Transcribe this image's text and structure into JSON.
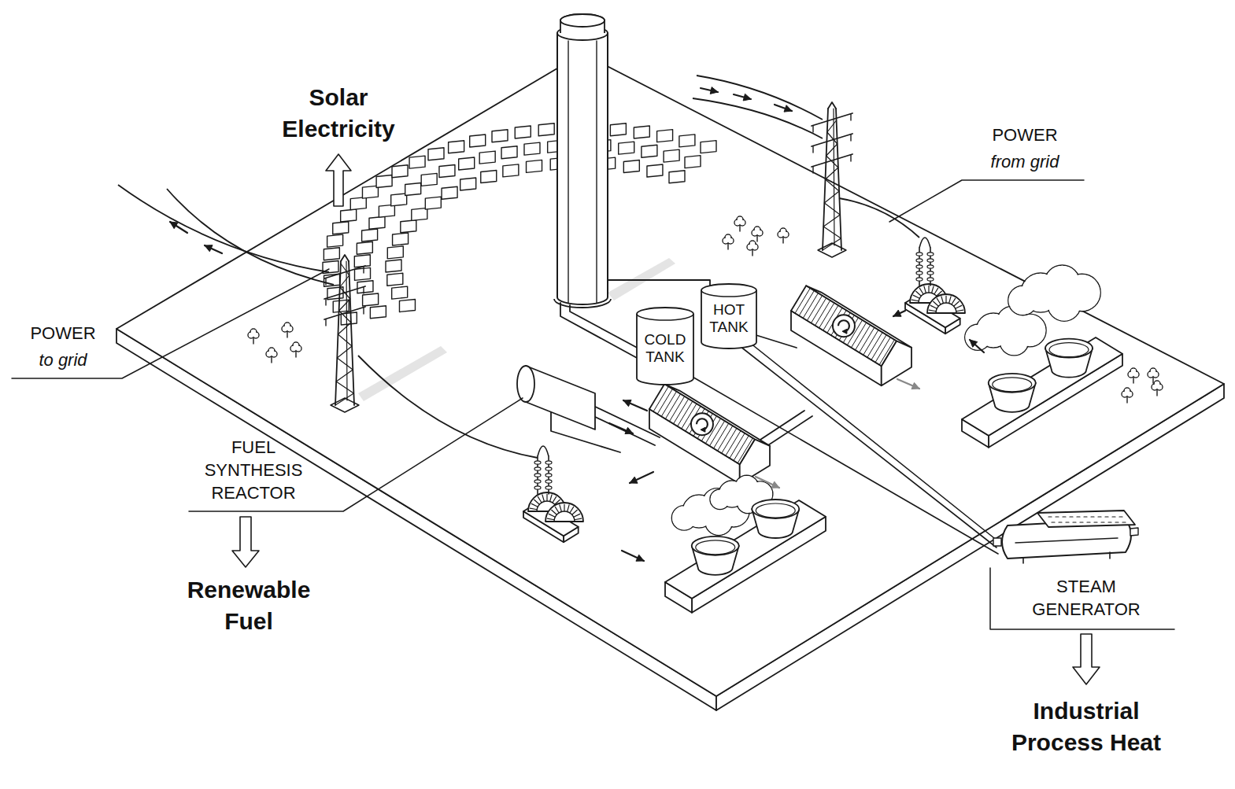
{
  "diagram": {
    "nodes": [
      {
        "text": [
          "HOT TANK"
        ]
      },
      {
        "text": [
          "COLD TANK"
        ]
      }
    ],
    "labels": [
      "Solar Electricity",
      "POWER",
      "from grid",
      "POWER",
      "to grid",
      "FUEL SYNTHESIS REACTOR",
      "Renewable Fuel",
      "STEAM GENERATOR",
      "Industrial Process Heat"
    ]
  }
}
